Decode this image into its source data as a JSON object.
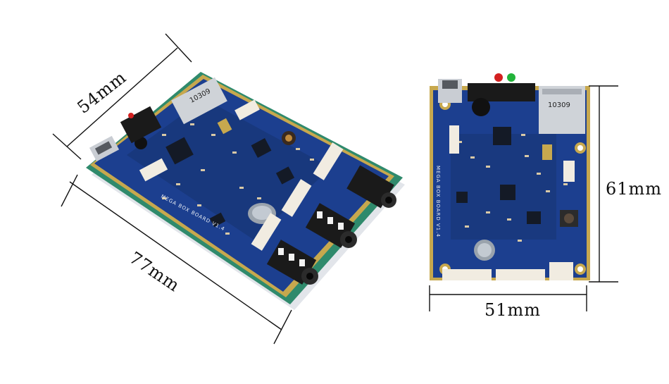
{
  "dimensions": {
    "left_width": "54mm",
    "left_length": "77mm",
    "right_height": "61mm",
    "right_width": "51mm"
  },
  "board": {
    "silkscreen": "MEGA BOX BOARD V1.4",
    "sd_label": "10309"
  },
  "colors": {
    "pcb": "#1c3f8f",
    "pcb_dark": "#16336f",
    "gold_edge": "#c7a84e",
    "connector": "#f1ece1",
    "jack": "#1a1a1a",
    "led_red": "#d32020",
    "led_green": "#22b33a"
  }
}
